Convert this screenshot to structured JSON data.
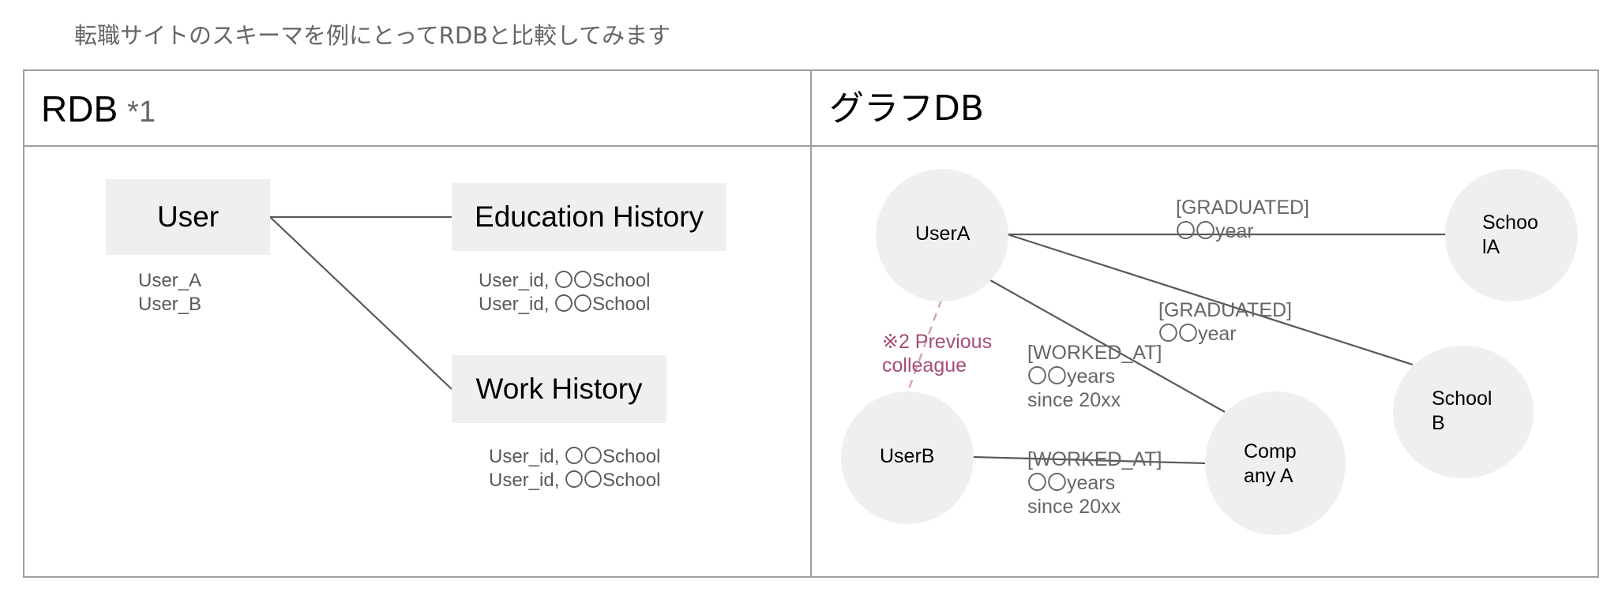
{
  "intro": "転職サイトのスキーマを例にとってRDBと比較してみます",
  "colors": {
    "border": "#9e9e9e",
    "box_fill": "#efefef",
    "line": "#595959",
    "muted_text": "#666666",
    "accent": "#a64d79"
  },
  "rdb": {
    "title": "RDB",
    "footnote": "*1",
    "tables": {
      "user": {
        "name": "User",
        "rows": [
          "User_A",
          "User_B"
        ]
      },
      "education": {
        "name": "Education History",
        "rows": [
          "User_id, 〇〇School",
          "User_id, 〇〇School"
        ]
      },
      "work": {
        "name": "Work History",
        "rows": [
          "User_id, 〇〇School",
          "User_id, 〇〇School"
        ]
      }
    }
  },
  "graph": {
    "title": "グラフDB",
    "nodes": {
      "user_a": {
        "line1": "UserA"
      },
      "user_b": {
        "line1": "UserB"
      },
      "school_a": {
        "line1": "Schoo",
        "line2": "lA"
      },
      "school_b": {
        "line1": "School",
        "line2": "B"
      },
      "company_a": {
        "line1": "Comp",
        "line2": "any A"
      }
    },
    "edges": {
      "graduated_a": [
        "[GRADUATED]",
        "〇〇year"
      ],
      "graduated_b": [
        "[GRADUATED]",
        "〇〇year"
      ],
      "worked_at_a": [
        "[WORKED_AT]",
        "〇〇years",
        "since 20xx"
      ],
      "worked_at_b": [
        "[WORKED_AT]",
        "〇〇years",
        "since 20xx"
      ],
      "colleague": [
        "※2 Previous",
        "colleague"
      ]
    }
  }
}
